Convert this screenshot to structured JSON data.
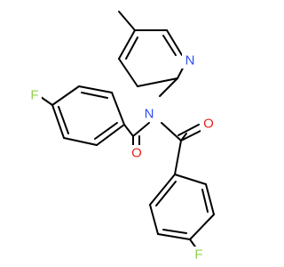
{
  "molecule": {
    "colors": {
      "bond": "#000000",
      "F": "#8fd14b",
      "N": "#2d4df2",
      "O": "#e8231b",
      "background": "#ffffff"
    },
    "atoms": {
      "F1": "F",
      "F2": "F",
      "N_pyridine": "N",
      "N_imide": "N",
      "O1": "O",
      "O2": "O"
    }
  }
}
